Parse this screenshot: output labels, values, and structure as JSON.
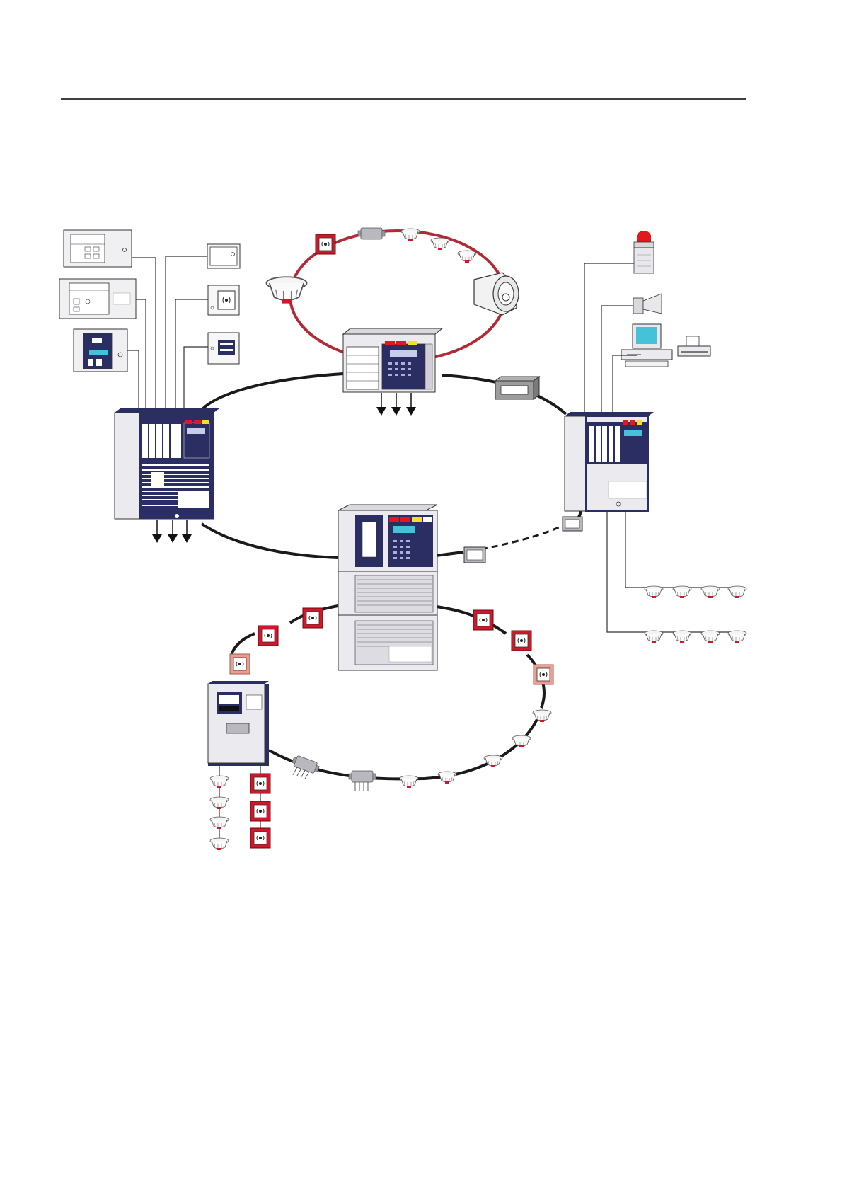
{
  "page": {
    "header_rule": true,
    "text": []
  },
  "diagram": {
    "kind": "fire-alarm-network",
    "colors": {
      "network_ring": "#1a1a1a",
      "sub_loop_ring": "#b22a35",
      "call_point": "#d0182a",
      "call_point_light": "#ee9e90",
      "panel_dark": "#2b2e63",
      "panel_body": "#ebebef",
      "beacon": "#e2191c",
      "screen": "#46c2d8",
      "led_red": "#e2191c",
      "led_yellow": "#f4e01d"
    },
    "components": [
      "upper-fire-panel",
      "left-fire-panel",
      "right-fire-panel",
      "center-fire-panel",
      "small-extinguishing-panel",
      "operating-terminal-1",
      "operating-terminal-2",
      "operating-terminal-3",
      "key-depot-box",
      "manual-call-point-box",
      "indicator-box",
      "alarm-beacon",
      "horn",
      "pc-workstation",
      "printer",
      "network-converter-gray",
      "fiber-converter-1",
      "fiber-converter-2",
      "conventional-detector-lines",
      "main-detection-loop",
      "red-sub-loop"
    ],
    "icons": [
      "smoke-detector-icon",
      "manual-call-point-icon",
      "output-arrow-icon",
      "loop-isolator-icon"
    ]
  }
}
